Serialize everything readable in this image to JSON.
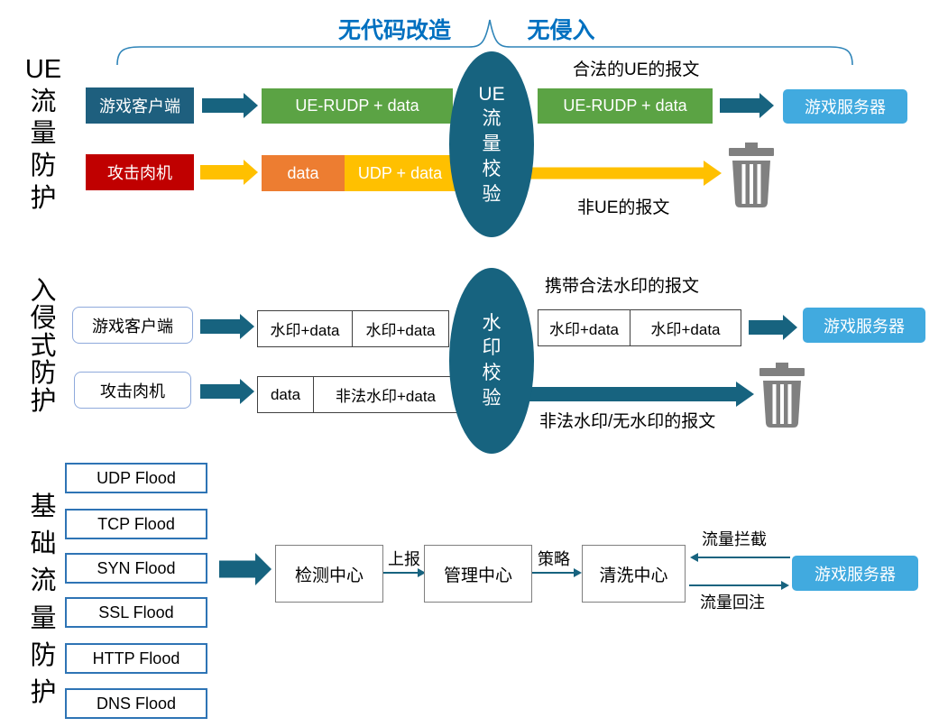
{
  "header": {
    "left": "无代码改造",
    "right": "无侵入"
  },
  "ue_section": {
    "side_label": "UE\n流\n量\n防\n护",
    "client": "游戏客户端",
    "packet_left": "UE-RUDP + data",
    "verifier": "UE\n流\n量\n校\n验",
    "legit_note": "合法的UE的报文",
    "packet_right": "UE-RUDP + data",
    "server": "游戏服务器",
    "attacker": "攻击肉机",
    "attack_data": "data",
    "attack_packet": "UDP + data",
    "attack_note": "非UE的报文"
  },
  "watermark_section": {
    "side_label": "入\n侵\n式\n防\n护",
    "client": "游戏客户端",
    "packets_left": [
      "水印+data",
      "水印+data"
    ],
    "verifier": "水\n印\n校\n验",
    "legit_note": "携带合法水印的报文",
    "packets_right": [
      "水印+data",
      "水印+data"
    ],
    "server": "游戏服务器",
    "attacker": "攻击肉机",
    "attack_data": "data",
    "attack_packet": "非法水印+data",
    "attack_note": "非法水印/无水印的报文"
  },
  "base_section": {
    "side_label": "基\n础\n流\n量\n防\n护",
    "floods": [
      "UDP Flood",
      "TCP Flood",
      "SYN Flood",
      "SSL Flood",
      "HTTP Flood",
      "DNS Flood"
    ],
    "centers": [
      "检测中心",
      "管理中心",
      "清洗中心"
    ],
    "link_labels": [
      "上报",
      "策略"
    ],
    "intercept_label": "流量拦截",
    "reinject_label": "流量回注",
    "server": "游戏服务器"
  },
  "colors": {
    "accent_teal": "#17637F",
    "dark_box": "#1E5F7E",
    "green": "#5BA344",
    "light_blue": "#41AADF",
    "red": "#C00000",
    "orange": "#ED7D31",
    "yellow": "#FFC000",
    "header_blue": "#0070C0",
    "trash_gray": "#808080",
    "flood_border": "#2E74B5"
  }
}
